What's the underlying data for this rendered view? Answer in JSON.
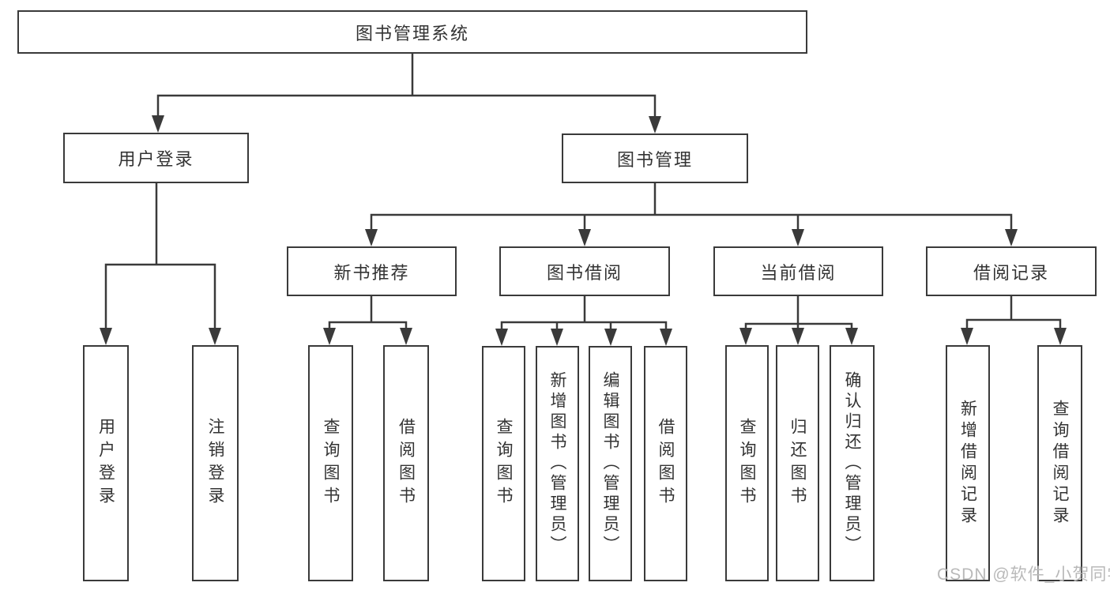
{
  "diagram": {
    "root": "图书管理系统",
    "branches": [
      {
        "label": "用户登录",
        "children": [
          "用户登录",
          "注销登录"
        ]
      },
      {
        "label": "图书管理",
        "sections": [
          {
            "label": "新书推荐",
            "children": [
              "查询图书",
              "借阅图书"
            ]
          },
          {
            "label": "图书借阅",
            "children": [
              "查询图书",
              "新增图书（管理员）",
              "编辑图书（管理员）",
              "借阅图书"
            ]
          },
          {
            "label": "当前借阅",
            "children": [
              "查询图书",
              "归还图书",
              "确认归还（管理员）"
            ]
          },
          {
            "label": "借阅记录",
            "children": [
              "新增借阅记录",
              "查询借阅记录"
            ]
          }
        ]
      }
    ]
  },
  "watermark": "CSDN @软件_小贺同学",
  "colors": {
    "line": "#3a3a3a",
    "text": "#333333",
    "watermark": "#b9b9b9",
    "background": "#ffffff"
  }
}
